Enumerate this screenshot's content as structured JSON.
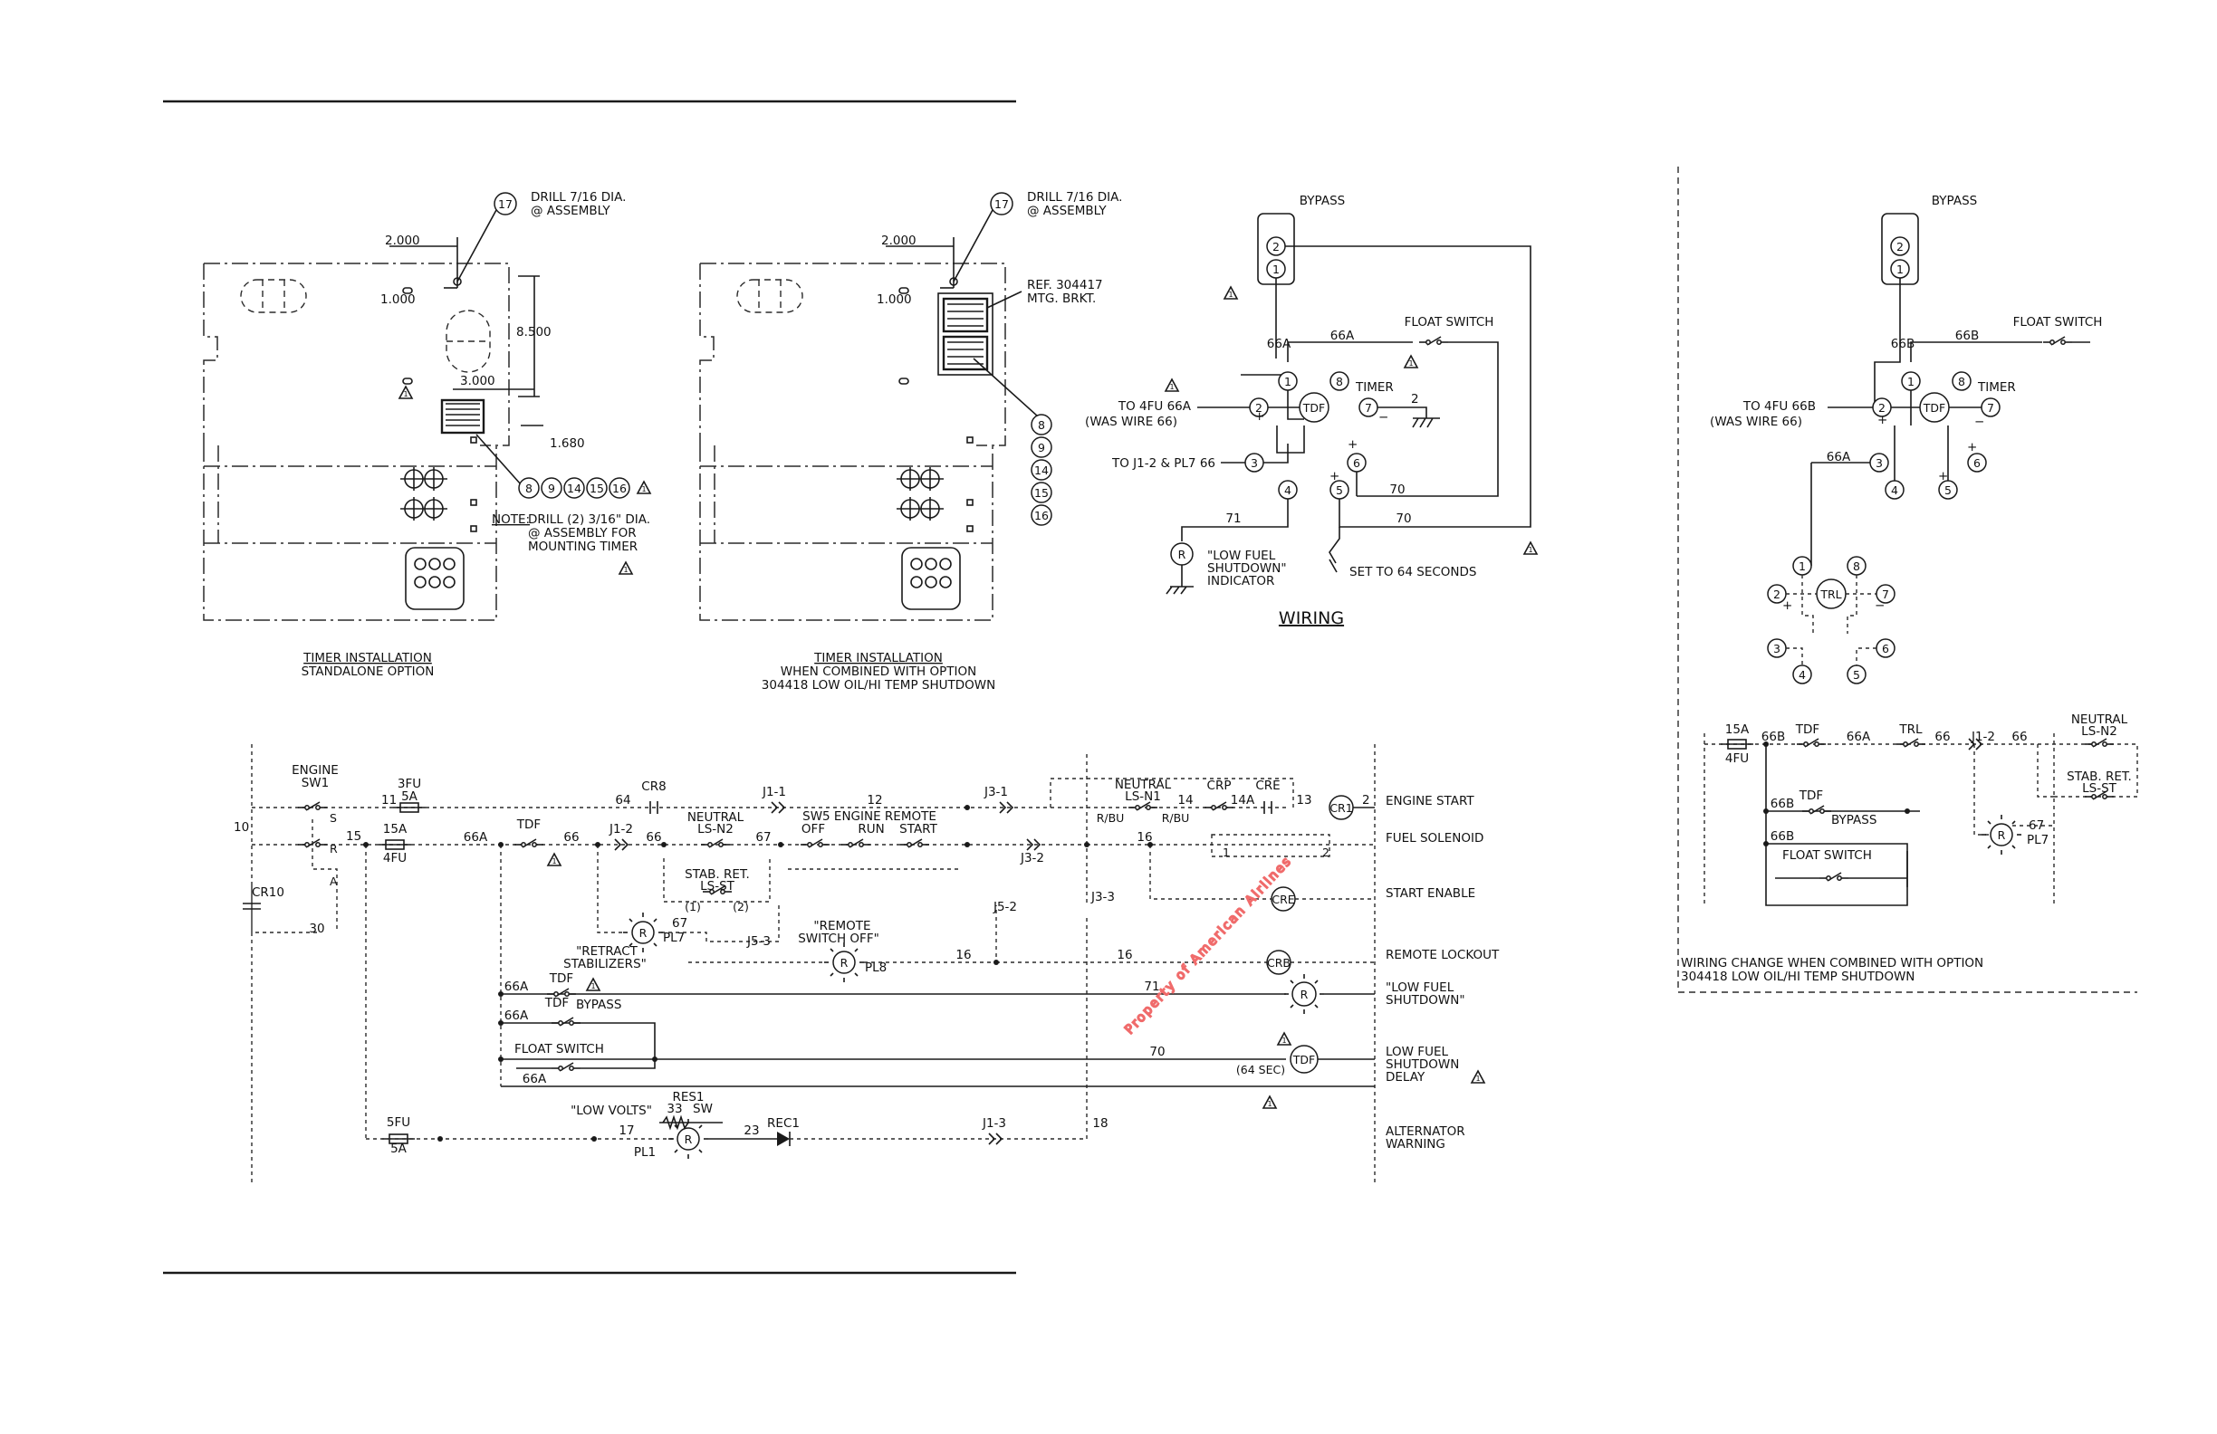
{
  "watermark": "Property of American Airlines",
  "timer_installation": {
    "drill_hole": "DRILL 7/16 DIA.",
    "drill_at": "@ ASSEMBLY",
    "balloon_17": "17",
    "dim_2000": "2.000",
    "dim_1000": "1.000",
    "dim_8500": "8.500",
    "dim_3000": "3.000",
    "dim_1680": "1.680",
    "callouts": [
      "8",
      "9",
      "14",
      "15",
      "16"
    ],
    "note_label": "NOTE:",
    "note_line1": "DRILL (2) 3/16\" DIA.",
    "note_line2": "@ ASSEMBLY FOR",
    "note_line3": "MOUNTING TIMER",
    "ref_line1": "REF. 304417",
    "ref_line2": "MTG. BRKT.",
    "standalone_title": "TIMER INSTALLATION",
    "standalone_sub": "STANDALONE OPTION",
    "combined_title": "TIMER INSTALLATION",
    "combined_sub1": "WHEN COMBINED WITH OPTION",
    "combined_sub2": "304418 LOW OIL/HI TEMP SHUTDOWN"
  },
  "wiring": {
    "bypass": "BYPASS",
    "terminal_1": "1",
    "terminal_2": "2",
    "terminal_3": "3",
    "terminal_4": "4",
    "terminal_5": "5",
    "terminal_6": "6",
    "terminal_7": "7",
    "terminal_8": "8",
    "wire_66a": "66A",
    "wire_2": "2",
    "wire_71": "71",
    "wire_70": "70",
    "float_switch": "FLOAT SWITCH",
    "timer": "TIMER",
    "tdf": "TDF",
    "to_4fu": "TO 4FU 66A",
    "was_wire": "(WAS WIRE 66)",
    "to_j1": "TO J1-2 & PL7 66",
    "low_fuel_1": "\"LOW FUEL",
    "low_fuel_2": "SHUTDOWN\"",
    "low_fuel_3": "INDICATOR",
    "set_to": "SET TO 64 SECONDS",
    "lamp_r": "R",
    "title": "WIRING",
    "plus": "+",
    "minus": "−"
  },
  "ladder": {
    "engine_sw1_a": "ENGINE",
    "engine_sw1_b": "SW1",
    "sw_s": "S",
    "sw_r": "R",
    "sw_a": "A",
    "w10": "10",
    "w11": "11",
    "w15": "15",
    "w30": "30",
    "cr10": "CR10",
    "fu3_a": "3FU",
    "fu3_b": "5A",
    "fu4_a": "15A",
    "fu4_b": "4FU",
    "fu5_a": "5FU",
    "fu5_b": "5A",
    "w64": "64",
    "cr8": "CR8",
    "j1_1": "J1-1",
    "w12": "12",
    "w66a": "66A",
    "tdf": "TDF",
    "w66": "66",
    "j1_2": "J1-2",
    "neutral": "NEUTRAL",
    "ls_n2": "LS-N2",
    "w67": "67",
    "sw5": "SW5 ENGINE REMOTE",
    "off": "OFF",
    "run": "RUN",
    "start": "START",
    "stab_ret": "STAB. RET.",
    "ls_st": "LS-ST",
    "paren1": "(1)",
    "paren2": "(2)",
    "lamp_r": "R",
    "pl7": "PL7",
    "w67b": "67",
    "retract_1": "\"RETRACT",
    "retract_2": "STABILIZERS\"",
    "j5_3": "J5-3",
    "remote_1": "\"REMOTE",
    "remote_2": "SWITCH OFF\"",
    "pl8": "PL8",
    "w16": "16",
    "j3_1": "J3-1",
    "j3_2": "J3-2",
    "j3_3": "J3-3",
    "j5_2": "J5-2",
    "neutral_ls_n1_a": "NEUTRAL",
    "neutral_ls_n1_b": "LS-N1",
    "r_bu": "R/BU",
    "w14": "14",
    "crp": "CRP",
    "w14a": "14A",
    "cre": "CRE",
    "w13": "13",
    "cr1": "CR1",
    "w2": "2",
    "n1": "1",
    "bypass": "BYPASS",
    "float_switch": "FLOAT SWITCH",
    "w71": "71",
    "w70": "70",
    "sec64": "(64 SEC)",
    "low_volts": "\"LOW VOLTS\"",
    "res1": "RES1",
    "w33": "33",
    "sw": "SW",
    "w17": "17",
    "pl1": "PL1",
    "w23": "23",
    "rec1": "REC1",
    "j1_3": "J1-3",
    "w18": "18",
    "crb": "CRB"
  },
  "rung_labels": {
    "engine_start": "ENGINE START",
    "fuel_solenoid": "FUEL SOLENOID",
    "start_enable": "START ENABLE",
    "remote_lockout": "REMOTE LOCKOUT",
    "low_fuel_a": "\"LOW FUEL",
    "low_fuel_b": "SHUTDOWN\"",
    "delay_a": "LOW FUEL",
    "delay_b": "SHUTDOWN",
    "delay_c": "DELAY",
    "alt_a": "ALTERNATOR",
    "alt_b": "WARNING"
  },
  "right_panel": {
    "bypass": "BYPASS",
    "float_switch": "FLOAT SWITCH",
    "timer": "TIMER",
    "tdf": "TDF",
    "w66b": "66B",
    "w66a": "66A",
    "to_4fu": "TO 4FU 66B",
    "was_wire": "(WAS WIRE 66)",
    "trl": "TRL",
    "fu15a": "15A",
    "fu4": "4FU",
    "trl_label": "TRL",
    "w66": "66",
    "j1_2": "J1-2",
    "neutral": "NEUTRAL",
    "ls_n2": "LS-N2",
    "stab_ret": "STAB. RET.",
    "ls_st": "LS-ST",
    "bypass_ctc": "BYPASS",
    "float_switch_ctc": "FLOAT SWITCH",
    "lamp_r": "R",
    "w67": "67",
    "pl7": "PL7",
    "caption1": "WIRING CHANGE WHEN COMBINED WITH OPTION",
    "caption2": "304418 LOW OIL/HI TEMP SHUTDOWN"
  },
  "revision_mark": "1"
}
